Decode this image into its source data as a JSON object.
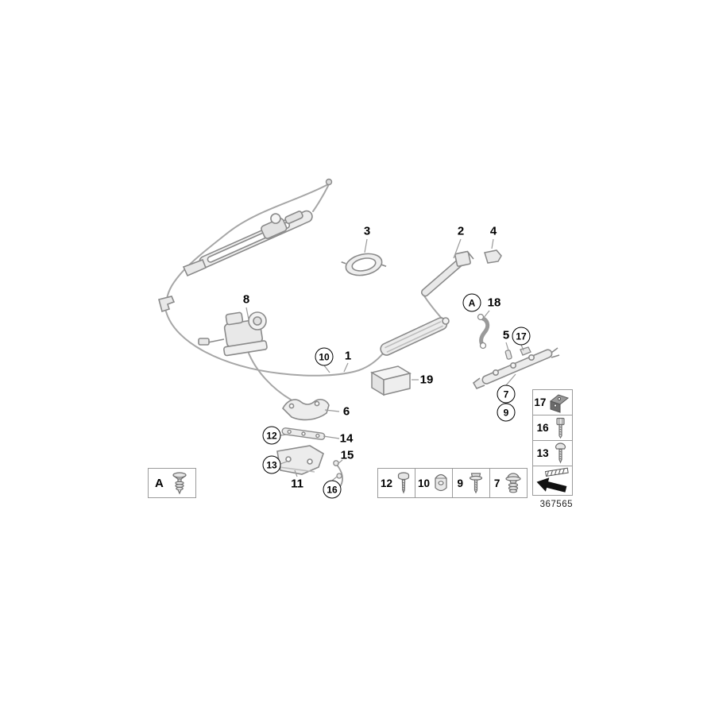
{
  "page": {
    "background": "#ffffff",
    "drawing_number": "367565"
  },
  "palette": {
    "part_line": "#8a8a8a",
    "cable_line": "#a6a6a6",
    "leader_line": "#9a9a9a",
    "label_text": "#000000",
    "table_border": "#9b9b9b"
  },
  "callouts": {
    "plain": [
      {
        "label": "3"
      },
      {
        "label": "2"
      },
      {
        "label": "4"
      },
      {
        "label": "8"
      },
      {
        "label": "18"
      },
      {
        "label": "1"
      },
      {
        "label": "5"
      },
      {
        "label": "19"
      },
      {
        "label": "6"
      },
      {
        "label": "14"
      },
      {
        "label": "15"
      },
      {
        "label": "11"
      }
    ],
    "circled": [
      {
        "label": "A"
      },
      {
        "label": "10"
      },
      {
        "label": "17"
      },
      {
        "label": "7"
      },
      {
        "label": "9"
      },
      {
        "label": "12"
      },
      {
        "label": "13"
      },
      {
        "label": "16"
      }
    ]
  },
  "legend": {
    "label": "A",
    "icon": "push-pin-rivet-icon"
  },
  "fastener_table": {
    "items": [
      {
        "label": "12",
        "icon": "pan-head-screw-icon"
      },
      {
        "label": "10",
        "icon": "spring-clip-icon"
      },
      {
        "label": "9",
        "icon": "hex-flange-bolt-icon"
      },
      {
        "label": "7",
        "icon": "grommet-nut-icon"
      }
    ]
  },
  "hardware_table": {
    "items": [
      {
        "label": "17",
        "icon": "angle-bracket-icon"
      },
      {
        "label": "16",
        "icon": "socket-head-bolt-icon"
      },
      {
        "label": "13",
        "icon": "torx-screw-icon"
      }
    ],
    "direction_icon": "direction-arrow-icon"
  }
}
